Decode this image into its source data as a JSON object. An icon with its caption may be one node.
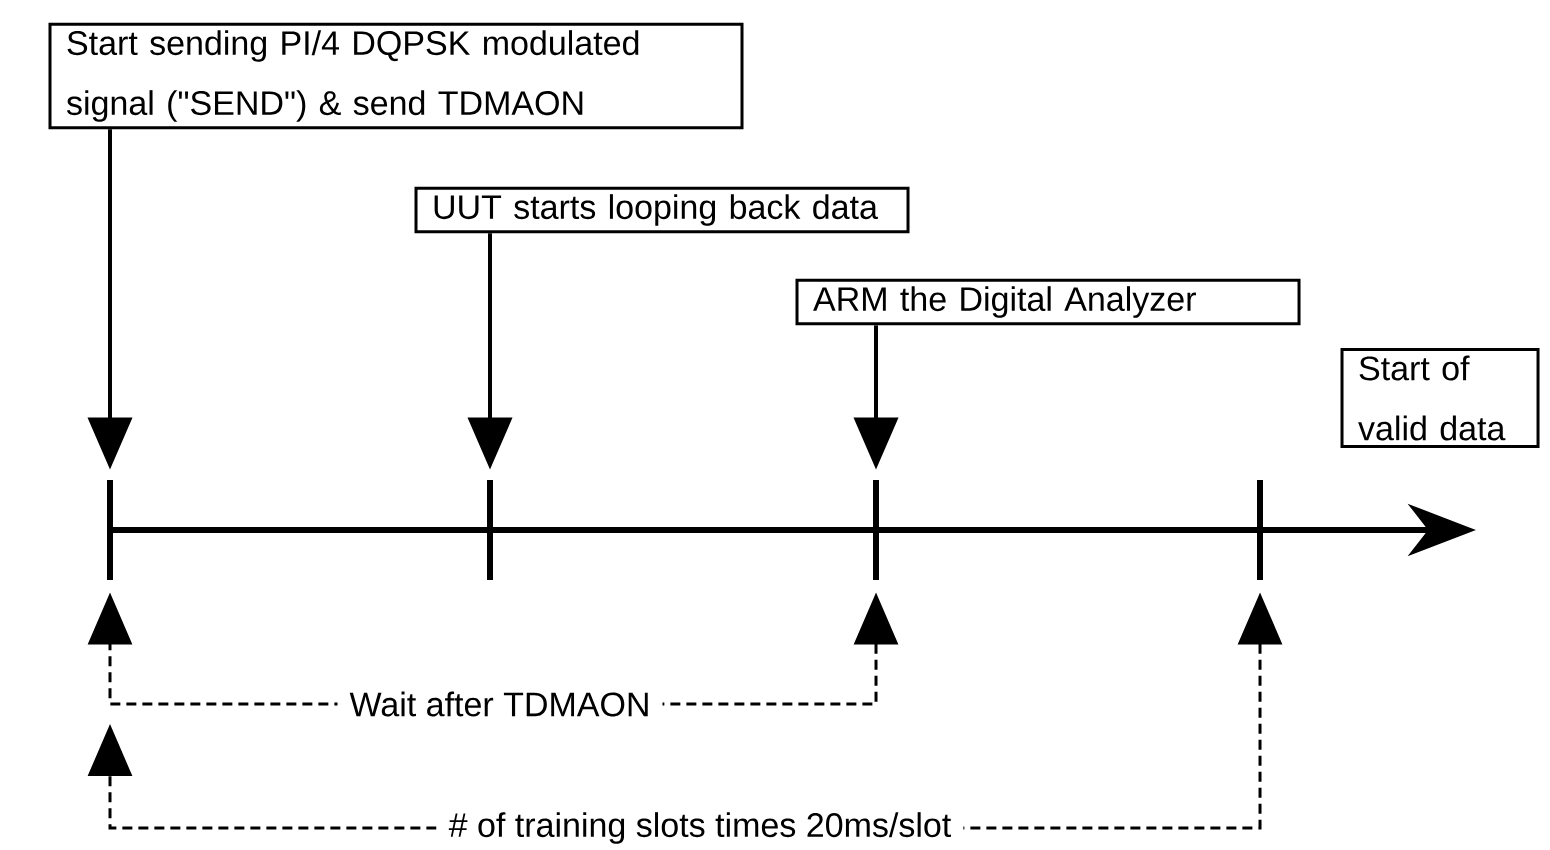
{
  "diagram": {
    "nodes": [
      {
        "text": [
          "Start sending PI/4 DQPSK modulated signal (\"SEND\") & send TDMAON"
        ]
      },
      {
        "text": [
          "UUT starts looping back data"
        ]
      },
      {
        "text": [
          "ARM the Digital Analyzer"
        ]
      },
      {
        "text": [
          "Start of valid data"
        ]
      },
      {
        "text": [],
        "shape": "bar"
      },
      {
        "text": [],
        "shape": "bar"
      },
      {
        "text": [],
        "shape": "bar"
      },
      {
        "text": [],
        "shape": "bar"
      }
    ],
    "edges": [
      {
        "from": 0,
        "to": 4,
        "arrow": "to"
      },
      {
        "from": 1,
        "to": 5,
        "arrow": "to"
      },
      {
        "from": 2,
        "to": 6,
        "arrow": "to"
      },
      {
        "from": 6,
        "to": 4,
        "arrow": "both",
        "style": "dashed",
        "label": "Wait after TDMAON"
      },
      {
        "from": 7,
        "to": null,
        "arrow": "both",
        "style": "dashed",
        "label": "# of training slots times 20ms/slot"
      }
    ]
  }
}
